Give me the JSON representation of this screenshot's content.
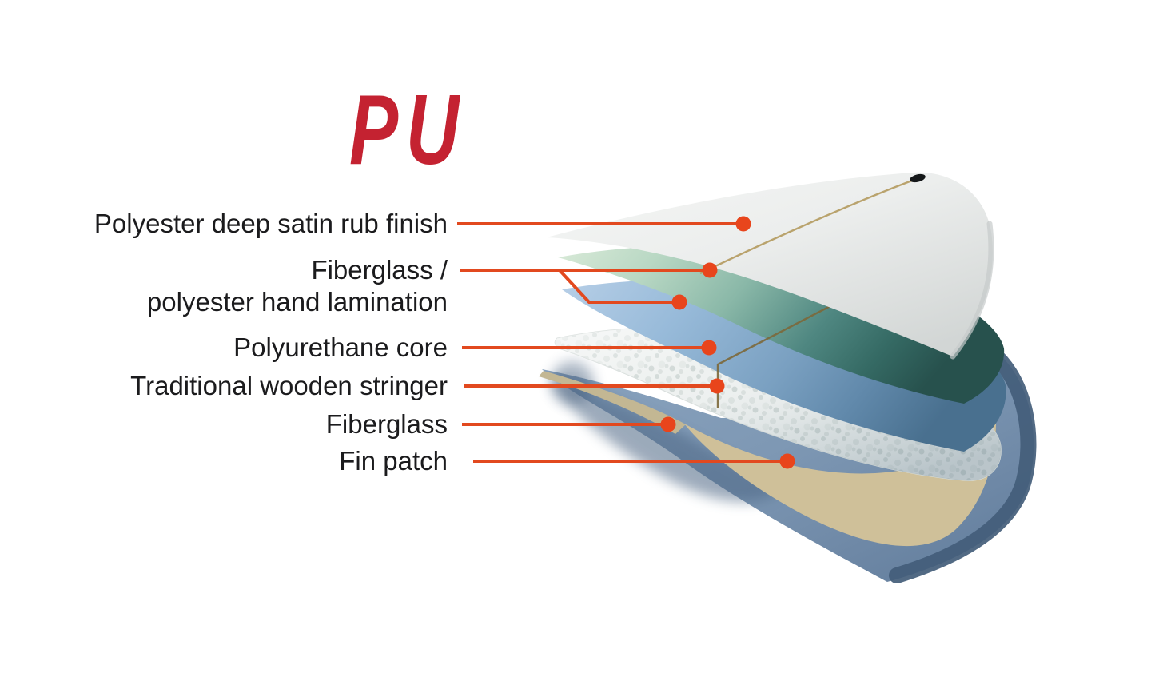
{
  "title": {
    "text": "PU",
    "color": "#c42231"
  },
  "labels": [
    {
      "key": "finish",
      "lines": [
        "Polyester deep satin rub finish"
      ]
    },
    {
      "key": "lamination",
      "lines": [
        "Fiberglass /",
        "polyester hand lamination"
      ]
    },
    {
      "key": "core",
      "lines": [
        "Polyurethane core"
      ]
    },
    {
      "key": "stringer",
      "lines": [
        "Traditional wooden stringer"
      ]
    },
    {
      "key": "fiberglass",
      "lines": [
        "Fiberglass"
      ]
    },
    {
      "key": "finpatch",
      "lines": [
        "Fin patch"
      ]
    }
  ],
  "diagram": {
    "subject": "PU surfboard construction exploded layers",
    "callouts": [
      "Polyester deep satin rub finish",
      "Fiberglass / polyester hand lamination",
      "Polyurethane core",
      "Traditional wooden stringer",
      "Fiberglass",
      "Fin patch"
    ],
    "colors": {
      "accent_leader": "#e2491f",
      "leader_dot": "#e8451c",
      "deck_white": "#eceeed",
      "lamination_green": "#8ab8a8",
      "lamination_teal_shadow": "#27514d",
      "lamination_blue": "#7aa0c1",
      "foam_white": "#eef1f0",
      "stringer_wood": "#7c683a",
      "bottom_fiberglass_blue": "#7e98b4",
      "bottom_rail_navy": "#435d7a",
      "fin_patch_tan": "#cfc099",
      "leash_plug_black": "#15181a"
    }
  }
}
